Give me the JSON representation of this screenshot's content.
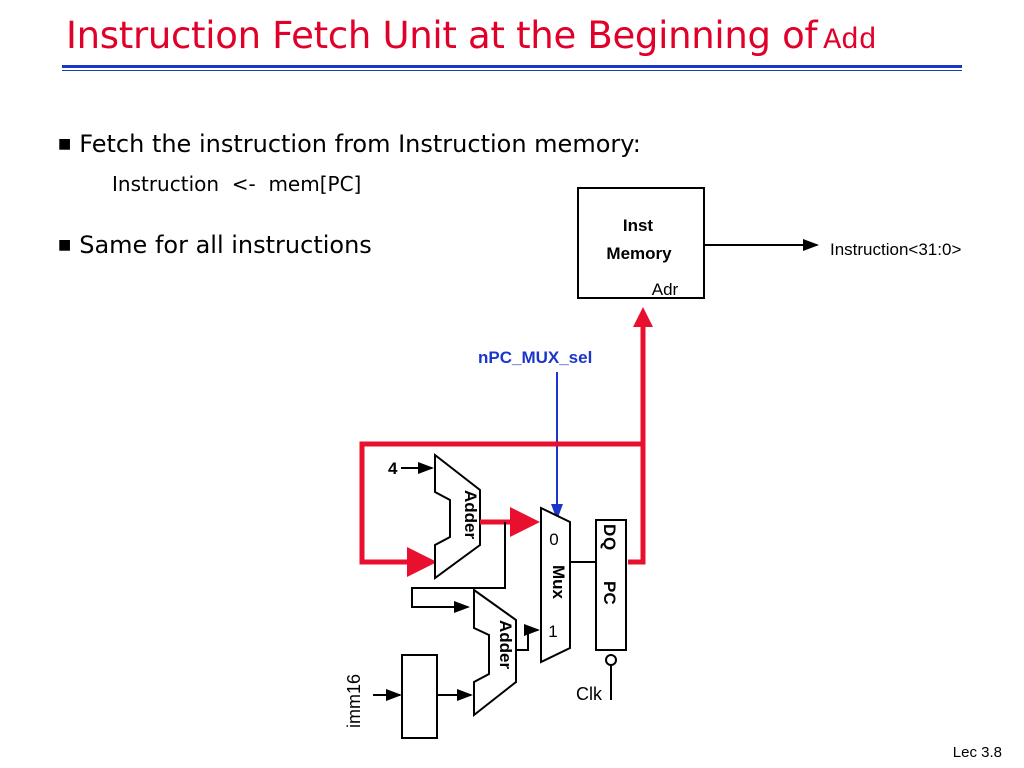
{
  "title": {
    "text": "Instruction Fetch Unit at the Beginning of",
    "code": "Add"
  },
  "bullets": [
    {
      "text": "Fetch the instruction from Instruction memory:",
      "sub": "Instruction  <-  mem[PC]"
    },
    {
      "text": "Same for all instructions"
    }
  ],
  "diagram": {
    "inst_memory": {
      "line1": "Inst",
      "line2": "Memory",
      "port": "Adr"
    },
    "instruction_out": "Instruction<31:0>",
    "npc_mux_sel": "nPC_MUX_sel",
    "const_four": "4",
    "adder_top": "Adder",
    "adder_bottom": "Adder",
    "mux": {
      "label": "Mux",
      "in0": "0",
      "in1": "1"
    },
    "pc": {
      "label": "PC",
      "port": "D",
      "port2": "Q"
    },
    "clk": "Clk",
    "imm16": "imm16"
  },
  "footer": "Lec 3.8",
  "colors": {
    "title": "#e0002a",
    "rule": "#1c36c9",
    "red_wire": "#e8102e",
    "blue_wire": "#1c36c9",
    "blue_label": "#1c36c9"
  }
}
